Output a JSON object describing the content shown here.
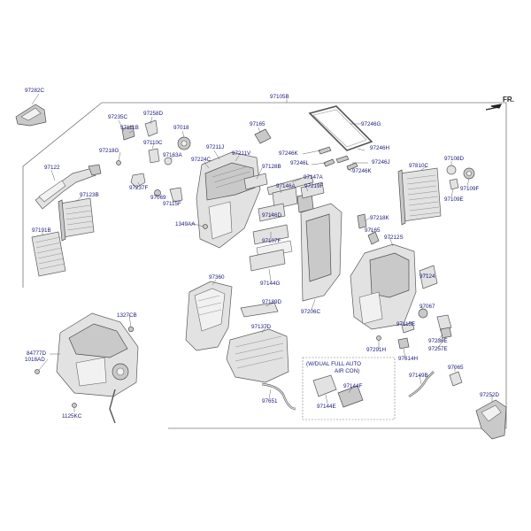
{
  "direction_label": "FR.",
  "callout_note_line1": "(W/DUAL FULL AUTO",
  "callout_note_line2": "AIR CON)",
  "labels": {
    "l97282C": "97282C",
    "l97105B": "97105B",
    "l97235C": "97235C",
    "l97258D": "97258D",
    "l97111B": "97111B",
    "l97018": "97018",
    "l97165a": "97165",
    "l97246G": "97246G",
    "l97110C": "97110C",
    "l97246H": "97246H",
    "l97218G": "97218G",
    "l97211J": "97211J",
    "l97211V": "97211V",
    "l97246K": "97246K",
    "l97246J": "97246J",
    "l97246L": "97246L",
    "l97163A": "97163A",
    "l97224C": "97224C",
    "l97122": "97122",
    "l97128B": "97128B",
    "l97246Ka": "97246K",
    "l97810C": "97810C",
    "l97108D": "97108D",
    "l97147A": "97147A",
    "l97123B": "97123B",
    "l97237F": "97237F",
    "l97146A": "97146A",
    "l97219F": "97219F",
    "l97109F": "97109F",
    "l97069": "97069",
    "l97115F": "97115F",
    "l97109E": "97109E",
    "l97146D": "97146D",
    "l97218K": "97218K",
    "l1349AA": "1349AA",
    "l97165b": "97165",
    "l97191B": "97191B",
    "l97212S": "97212S",
    "l97107F": "97107F",
    "l97124": "97124",
    "l97360": "97360",
    "l97144G": "97144G",
    "l97206C": "97206C",
    "l97189D": "97189D",
    "l1327CB": "1327CB",
    "l97067": "97067",
    "l97137D": "97137D",
    "l97115E": "97115E",
    "l97236E": "97236E",
    "l84777D": "84777D",
    "l1018AD": "1018AD",
    "l97257E": "97257E",
    "l97291H": "97291H",
    "l97614H": "97614H",
    "l97065": "97065",
    "l97149B": "97149B",
    "l97144F": "97144F",
    "l97144E": "97144E",
    "l97651": "97651",
    "l97252D": "97252D",
    "l1125KC": "1125KC"
  }
}
